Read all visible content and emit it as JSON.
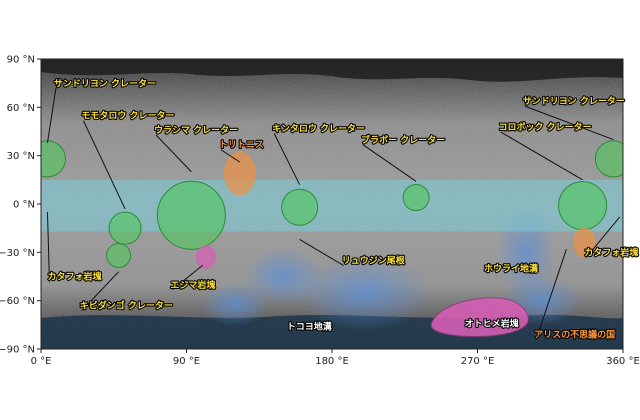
{
  "map": {
    "y_ticks": [
      {
        "lat": 90,
        "label": "90 °N"
      },
      {
        "lat": 60,
        "label": "60 °N"
      },
      {
        "lat": 30,
        "label": "30 °N"
      },
      {
        "lat": 0,
        "label": "0 °N"
      },
      {
        "lat": -30,
        "label": "−30 °N"
      },
      {
        "lat": -60,
        "label": "−60 °N"
      },
      {
        "lat": -90,
        "label": "−90 °N"
      }
    ],
    "x_ticks": [
      {
        "lon": 0,
        "label": "0 °E"
      },
      {
        "lon": 90,
        "label": "90 °E"
      },
      {
        "lon": 180,
        "label": "180 °E"
      },
      {
        "lon": 270,
        "label": "270 °E"
      },
      {
        "lon": 360,
        "label": "360 °E"
      }
    ],
    "equatorial_band": {
      "lat_min": -17,
      "lat_max": 15
    },
    "colors": {
      "crater_green": "#4fc85a",
      "boulder_orange": "#e8924a",
      "boulder_pink": "#d45fb4",
      "lowland_blue": "#5b8fd6",
      "band_cyan": "#6fd6e6",
      "label_yellow": "#ffe23a",
      "label_orange": "#ff9a3c",
      "label_white": "#ffffff"
    },
    "craters": [
      {
        "id": "sandoriyon-west",
        "lon": 4,
        "lat": 28,
        "r": 18
      },
      {
        "id": "sandoriyon-east",
        "lon": 354,
        "lat": 28,
        "r": 18
      },
      {
        "id": "momotarou",
        "lon": 52,
        "lat": -15,
        "r": 16
      },
      {
        "id": "kibidango",
        "lon": 48,
        "lat": -32,
        "r": 12
      },
      {
        "id": "urashima",
        "lon": 93,
        "lat": -7,
        "r": 34
      },
      {
        "id": "kintarou",
        "lon": 160,
        "lat": -2,
        "r": 18
      },
      {
        "id": "brabo",
        "lon": 232,
        "lat": 4,
        "r": 13
      },
      {
        "id": "korobokkuru",
        "lon": 335,
        "lat": -1,
        "r": 24
      }
    ],
    "boulders": [
      {
        "id": "torito-nisu",
        "lon": 123,
        "lat": 19,
        "rx": 16,
        "ry": 22,
        "color": "boulder_orange"
      },
      {
        "id": "katafo-east",
        "lon": 336,
        "lat": -24,
        "rx": 11,
        "ry": 15,
        "color": "boulder_orange"
      },
      {
        "id": "ejima",
        "lon": 102,
        "lat": -33,
        "rx": 10,
        "ry": 12,
        "color": "boulder_pink"
      }
    ],
    "labels": [
      {
        "id": "label-sandoriyon-west",
        "text": "サンドリヨン クレーター",
        "lon": 8,
        "lat": 73,
        "color": "label_yellow",
        "anchor": "start",
        "to_lon": 4,
        "to_lat": 38
      },
      {
        "id": "label-momotarou",
        "text": "モモタロウ クレーター",
        "lon": 25,
        "lat": 53,
        "color": "label_yellow",
        "anchor": "start",
        "to_lon": 52,
        "to_lat": -3
      },
      {
        "id": "label-urashima",
        "text": "ウラシマ クレーター",
        "lon": 70,
        "lat": 44,
        "color": "label_yellow",
        "anchor": "start",
        "to_lon": 93,
        "to_lat": 20
      },
      {
        "id": "label-toritonisu",
        "text": "トリトニス",
        "lon": 110,
        "lat": 35,
        "color": "label_orange",
        "anchor": "start",
        "to_lon": 123,
        "to_lat": 26
      },
      {
        "id": "label-kintarou",
        "text": "キンタロウ クレーター",
        "lon": 143,
        "lat": 45,
        "color": "label_yellow",
        "anchor": "start",
        "to_lon": 160,
        "to_lat": 12
      },
      {
        "id": "label-brabo",
        "text": "ブラボー クレーター",
        "lon": 198,
        "lat": 38,
        "color": "label_yellow",
        "anchor": "start",
        "to_lon": 232,
        "to_lat": 14
      },
      {
        "id": "label-korobokkuru",
        "text": "コロボック クレーター",
        "lon": 283,
        "lat": 46,
        "color": "label_yellow",
        "anchor": "start",
        "to_lon": 335,
        "to_lat": 15
      },
      {
        "id": "label-sandoriyon-east",
        "text": "サンドリヨン クレーター",
        "lon": 298,
        "lat": 62,
        "color": "label_yellow",
        "anchor": "start",
        "to_lon": 354,
        "to_lat": 40
      },
      {
        "id": "label-katafo-west",
        "text": "カタフォ岩塊",
        "lon": 4,
        "lat": -47,
        "color": "label_yellow",
        "anchor": "start",
        "to_lon": 4,
        "to_lat": -5
      },
      {
        "id": "label-kibidango",
        "text": "キビダンゴ クレーター",
        "lon": 24,
        "lat": -65,
        "color": "label_yellow",
        "anchor": "start",
        "to_lon": 48,
        "to_lat": -42
      },
      {
        "id": "label-ejima",
        "text": "エジマ岩塊",
        "lon": 80,
        "lat": -52,
        "color": "label_yellow",
        "anchor": "start",
        "to_lon": 100,
        "to_lat": -38
      },
      {
        "id": "label-ryuugu",
        "text": "リュウジン尾根",
        "lon": 186,
        "lat": -37,
        "color": "label_yellow",
        "anchor": "start",
        "to_lon": 160,
        "to_lat": -22
      },
      {
        "id": "label-houri",
        "text": "ホウライ地溝",
        "lon": 274,
        "lat": -42,
        "color": "label_yellow",
        "anchor": "start",
        "to_lon": null,
        "to_lat": null
      },
      {
        "id": "label-katafo-east",
        "text": "カタフォ岩塊",
        "lon": 336,
        "lat": -32,
        "color": "label_yellow",
        "anchor": "start",
        "to_lon": 358,
        "to_lat": -8
      },
      {
        "id": "label-tokoyo",
        "text": "トコヨ地溝",
        "lon": 152,
        "lat": -78,
        "color": "label_white",
        "anchor": "start",
        "to_lon": null,
        "to_lat": null
      },
      {
        "id": "label-otohime",
        "text": "オトヒメ岩塊",
        "lon": 262,
        "lat": -76,
        "color": "label_white",
        "anchor": "start",
        "to_lon": null,
        "to_lat": null
      },
      {
        "id": "label-alice",
        "text": "アリスの不思議の国",
        "lon": 305,
        "lat": -83,
        "color": "label_orange",
        "anchor": "start",
        "to_lon": 325,
        "to_lat": -28
      }
    ]
  }
}
